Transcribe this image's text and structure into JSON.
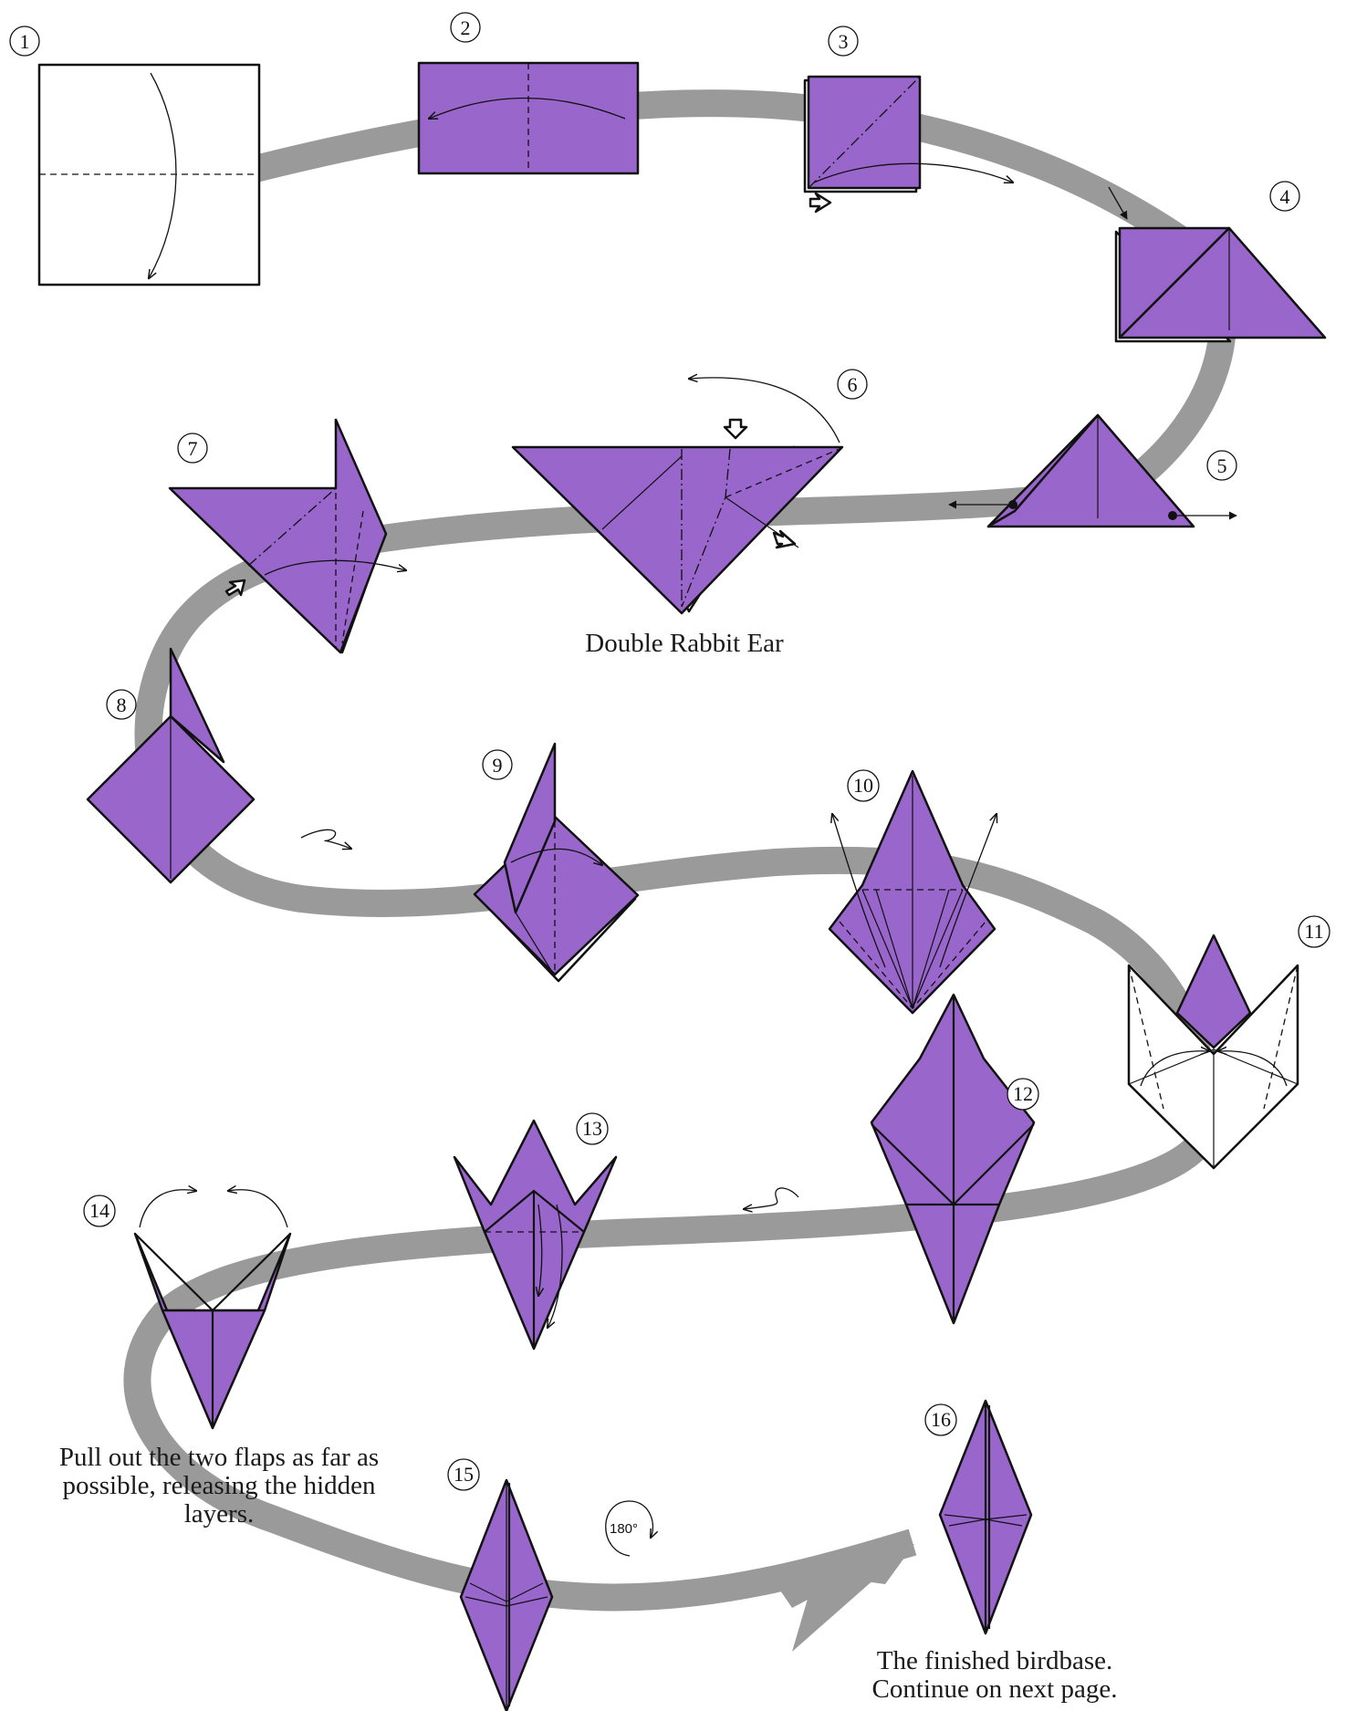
{
  "captions": {
    "double_rabbit_ear": "Double Rabbit Ear",
    "step14_note": "Pull out the two flaps as far as possible, releasing the hidden layers.",
    "step16_note": "The finished birdbase. Continue on next page."
  },
  "rotation_label": "180°",
  "steps": [
    "1",
    "2",
    "3",
    "4",
    "5",
    "6",
    "7",
    "8",
    "9",
    "10",
    "11",
    "12",
    "13",
    "14",
    "15",
    "16"
  ],
  "colors": {
    "paper": "#9966cc",
    "path": "#9a9a9a",
    "outline": "#111111"
  }
}
